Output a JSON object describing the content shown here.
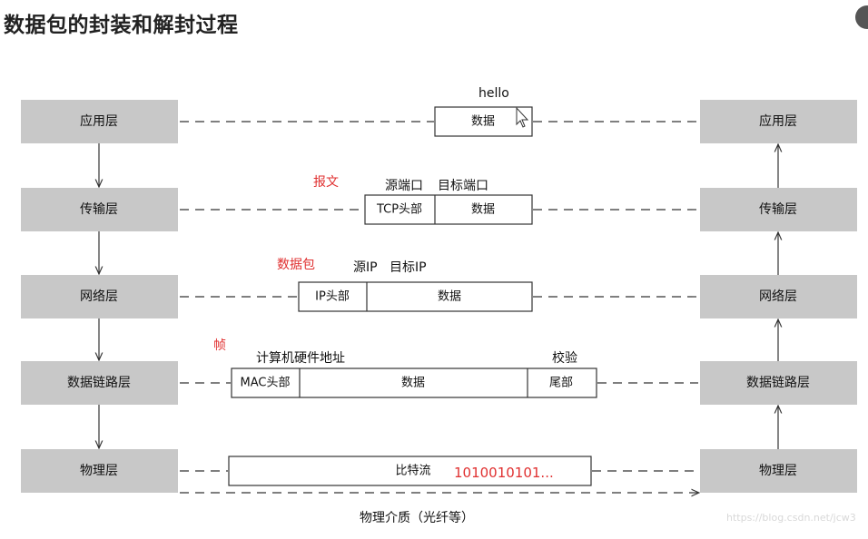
{
  "title": "数据包的封装和解封过程",
  "layers": [
    "应用层",
    "传输层",
    "网络层",
    "数据链路层",
    "物理层"
  ],
  "packet": {
    "hello": "hello",
    "data": "数据",
    "tcp_header": "TCP头部",
    "ip_header": "IP头部",
    "mac_header": "MAC头部",
    "tail": "尾部",
    "bitstream": "比特流"
  },
  "annotations": {
    "segment": "报文",
    "src_port": "源端口",
    "dst_port": "目标端口",
    "packet": "数据包",
    "src_ip": "源IP",
    "dst_ip": "目标IP",
    "frame": "帧",
    "hw_addr": "计算机硬件地址",
    "checksum": "校验",
    "bits": "1010010101...",
    "medium": "物理介质（光纤等）"
  },
  "watermark": "https://blog.csdn.net/jcw3"
}
